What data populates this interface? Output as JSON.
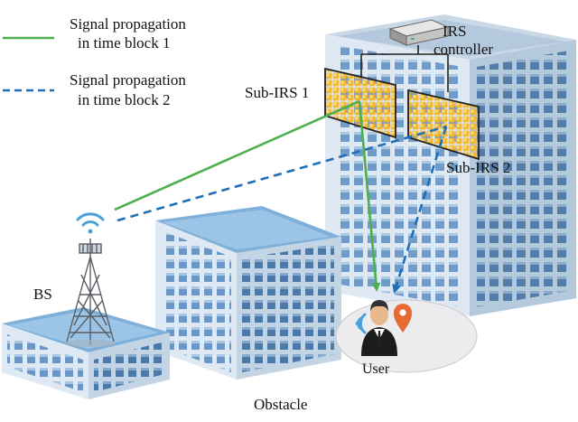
{
  "legend": {
    "items": [
      {
        "line1": "Signal propagation",
        "line2": "in time block 1",
        "color": "#4caf50",
        "dashed": false
      },
      {
        "line1": "Signal propagation",
        "line2": "in time block 2",
        "color": "#1e6fb8",
        "dashed": true
      }
    ]
  },
  "labels": {
    "controller_line1": "IRS",
    "controller_line2": "controller",
    "sub_irs_1": "Sub-IRS 1",
    "sub_irs_2": "Sub-IRS 2",
    "bs": "BS",
    "user": "User",
    "obstacle": "Obstacle"
  },
  "colors": {
    "green": "#4caf50",
    "blue": "#1e6fb8",
    "irs_cell": "#f2b530",
    "building_face": "#d6e3ef",
    "window": "#5f8fc0",
    "location_pin": "#e86a33"
  }
}
